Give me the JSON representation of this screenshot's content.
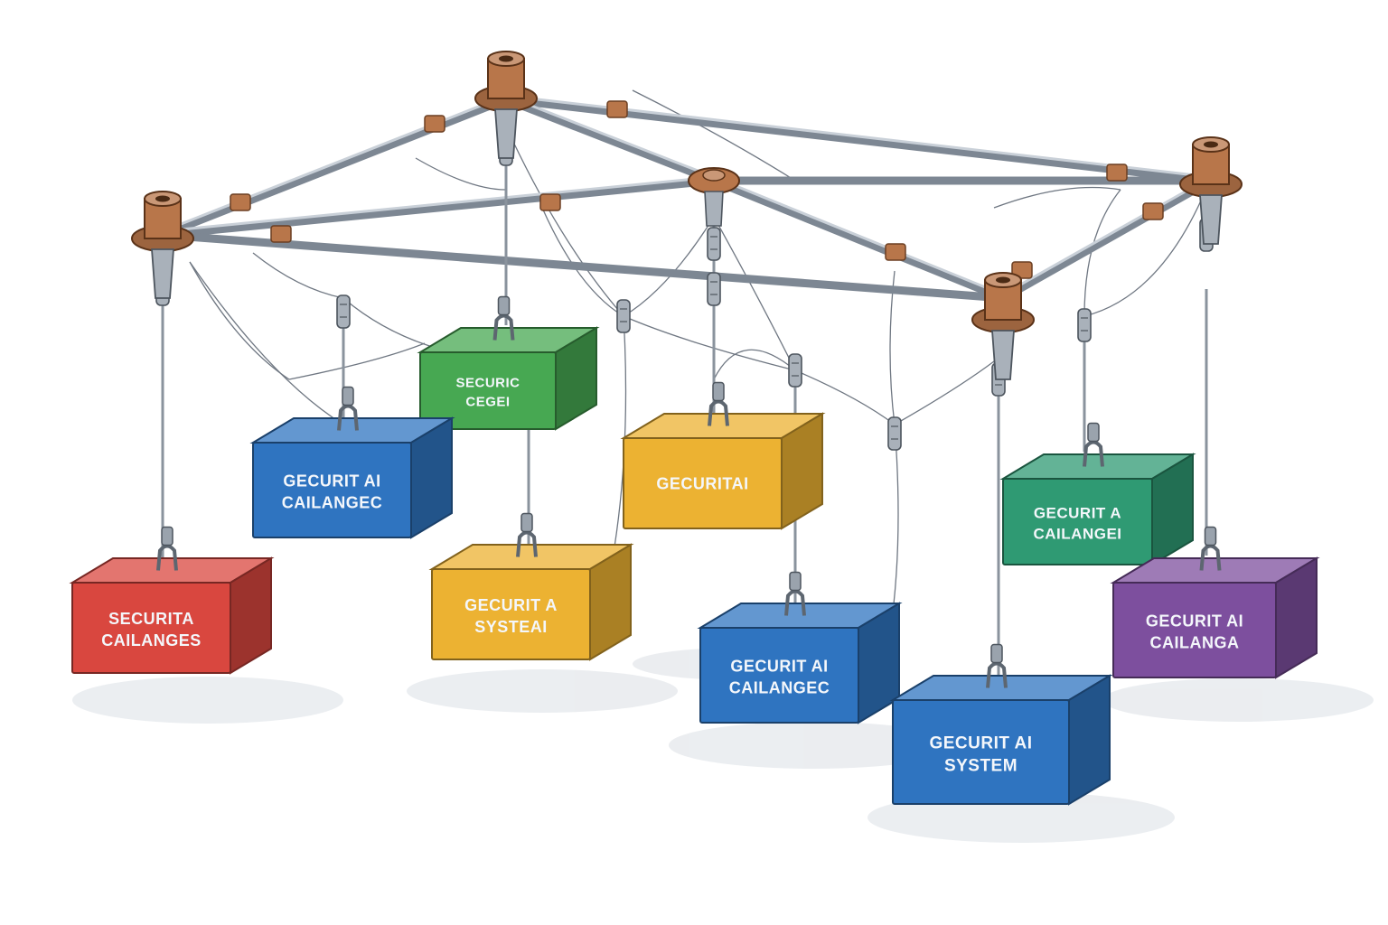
{
  "colors": {
    "frame": "#7d8793",
    "joint": "#b8764a",
    "red": "#d9473f",
    "blue": "#2f74c0",
    "green": "#47a852",
    "yellow": "#ecb232",
    "teal": "#2f9a73",
    "purple": "#7d4f9e"
  },
  "blocks": [
    {
      "name": "block-green",
      "color": "green",
      "line1": "SECURIC",
      "line2": "CEGEI"
    },
    {
      "name": "block-blue-left",
      "color": "blue",
      "line1": "GECURIT AI",
      "line2": "CAILANGEC"
    },
    {
      "name": "block-red",
      "color": "red",
      "line1": "SECURITA",
      "line2": "CAILANGES"
    },
    {
      "name": "block-yellow-mid",
      "color": "yellow",
      "line1": "GECURIT A",
      "line2": "SYSTEAI"
    },
    {
      "name": "block-yellow-top",
      "color": "yellow",
      "line1": "GECURITAI",
      "line2": ""
    },
    {
      "name": "block-blue-mid",
      "color": "blue",
      "line1": "GECURIT AI",
      "line2": "CAILANGEC"
    },
    {
      "name": "block-blue-front",
      "color": "blue",
      "line1": "GECURIT AI",
      "line2": "SYSTEM"
    },
    {
      "name": "block-teal",
      "color": "teal",
      "line1": "GECURIT A",
      "line2": "CAILANGEI"
    },
    {
      "name": "block-purple",
      "color": "purple",
      "line1": "GECURIT AI",
      "line2": "CAILANGA"
    }
  ]
}
